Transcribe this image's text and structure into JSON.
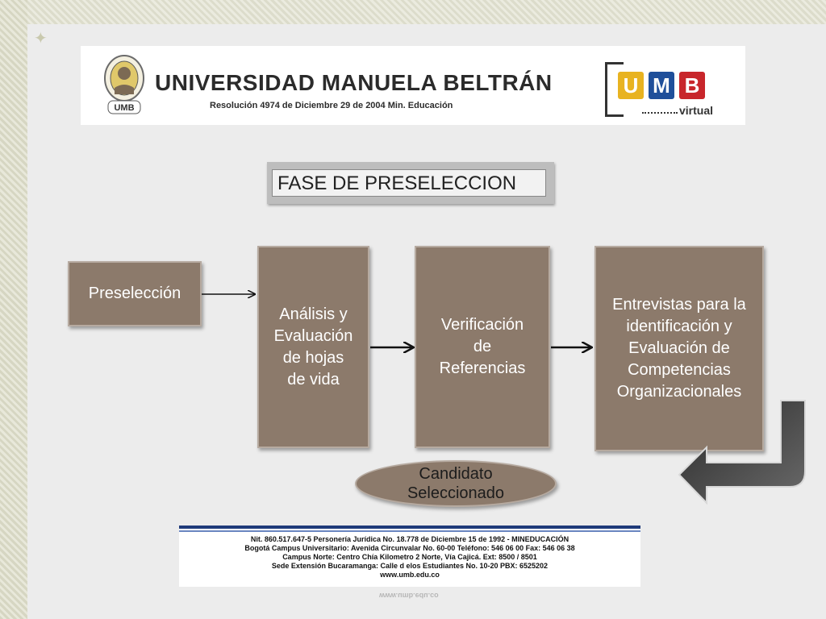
{
  "header": {
    "university_name": "UNIVERSIDAD MANUELA BELTRÁN",
    "resolution": "Resolución 4974 de Diciembre 29 de 2004 Min. Educación",
    "seal_text": "UMB",
    "logo_letters": [
      "U",
      "M",
      "B"
    ],
    "logo_subtitle": "virtual"
  },
  "title": "FASE DE PRESELECCION",
  "diagram": {
    "nodes": [
      {
        "id": "preseleccion",
        "lines": [
          "Preselección"
        ]
      },
      {
        "id": "analisis",
        "lines": [
          "Análisis y",
          "Evaluación",
          "de hojas",
          "de vida"
        ]
      },
      {
        "id": "verificacion",
        "lines": [
          "Verificación",
          "de",
          "Referencias"
        ]
      },
      {
        "id": "entrevistas",
        "lines": [
          "Entrevistas para la",
          "identificación y",
          "Evaluación de",
          "Competencias",
          "Organizacionales"
        ]
      },
      {
        "id": "candidato",
        "lines": [
          "Candidato",
          "Seleccionado"
        ]
      }
    ]
  },
  "footer": {
    "lines": [
      "Nit. 860.517.647-5 Personería Jurídica No. 18.778 de Diciembre 15 de 1992 - MINEDUCACIÓN",
      "Bogotá Campus Universitario: Avenida Circunvalar No. 60-00  Teléfono: 546 06 00  Fax: 546 06 38",
      "Campus Norte: Centro Chía Kilometro 2 Norte, Vía Cajicá. Ext: 8500 / 8501",
      "Sede Extensión Bucaramanga: Calle d elos Estudiantes No. 10-20 PBX: 6525202",
      "www.umb.edu.co"
    ]
  },
  "colors": {
    "box_fill": "#8c7a6b",
    "box_border": "#b6aaa0",
    "logo_u": "#e8b321",
    "logo_m": "#1f4f9a",
    "logo_b": "#c8262b"
  }
}
